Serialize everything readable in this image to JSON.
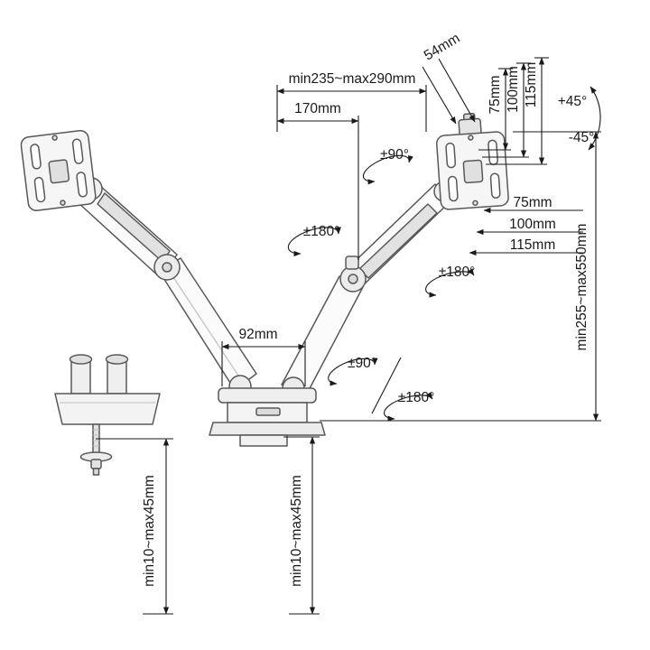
{
  "diagram": {
    "type": "technical-dimension-diagram",
    "subject": "dual gas-spring monitor arm desk mount with clamp and grommet base",
    "background_color": "#ffffff",
    "line_color": "#1a1a1a",
    "drawing_color": "#585858",
    "labels": {
      "dim_54": "54mm",
      "dim_min235_max290": "min235~max290mm",
      "dim_170": "170mm",
      "dim_75": "75mm",
      "dim_100": "100mm",
      "dim_115": "115mm",
      "tilt_plus": "+45°",
      "tilt_minus": "-45°",
      "rot_90": "±90°",
      "rot_180": "±180°",
      "dim_min255_max550": "min255~max550mm",
      "dim_92": "92mm",
      "clamp_range": "min10~max45mm"
    }
  }
}
